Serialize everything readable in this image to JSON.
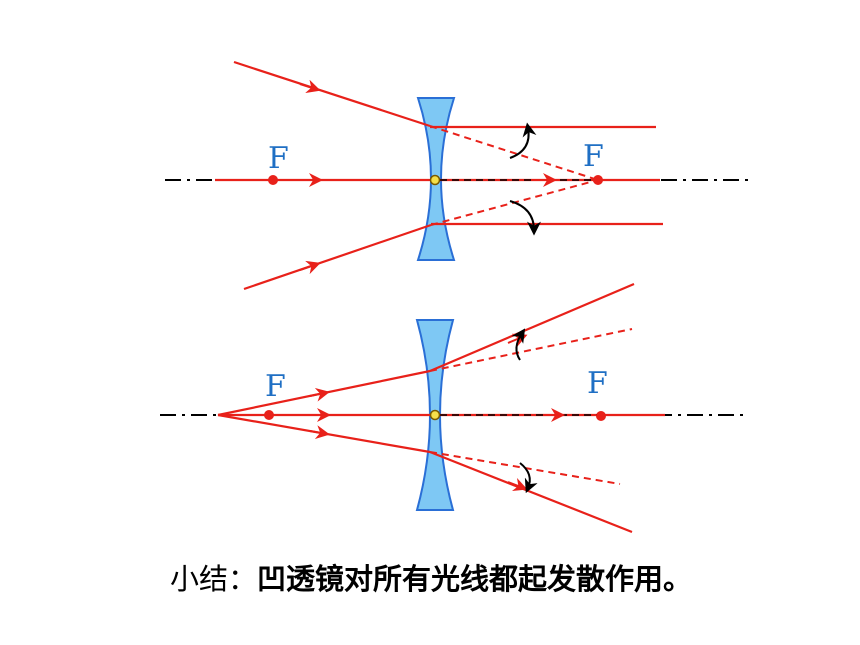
{
  "focus_label": "F",
  "summary": {
    "prefix": "小结：",
    "text": "凹透镜对所有光线都起发散作用。"
  },
  "colors": {
    "ray": "#e8211a",
    "lens_fill": "#7ec8f4",
    "lens_stroke": "#2a6fd6",
    "focus_label": "#1f6fc4",
    "axis": "#000000",
    "arrow": "#000000"
  }
}
